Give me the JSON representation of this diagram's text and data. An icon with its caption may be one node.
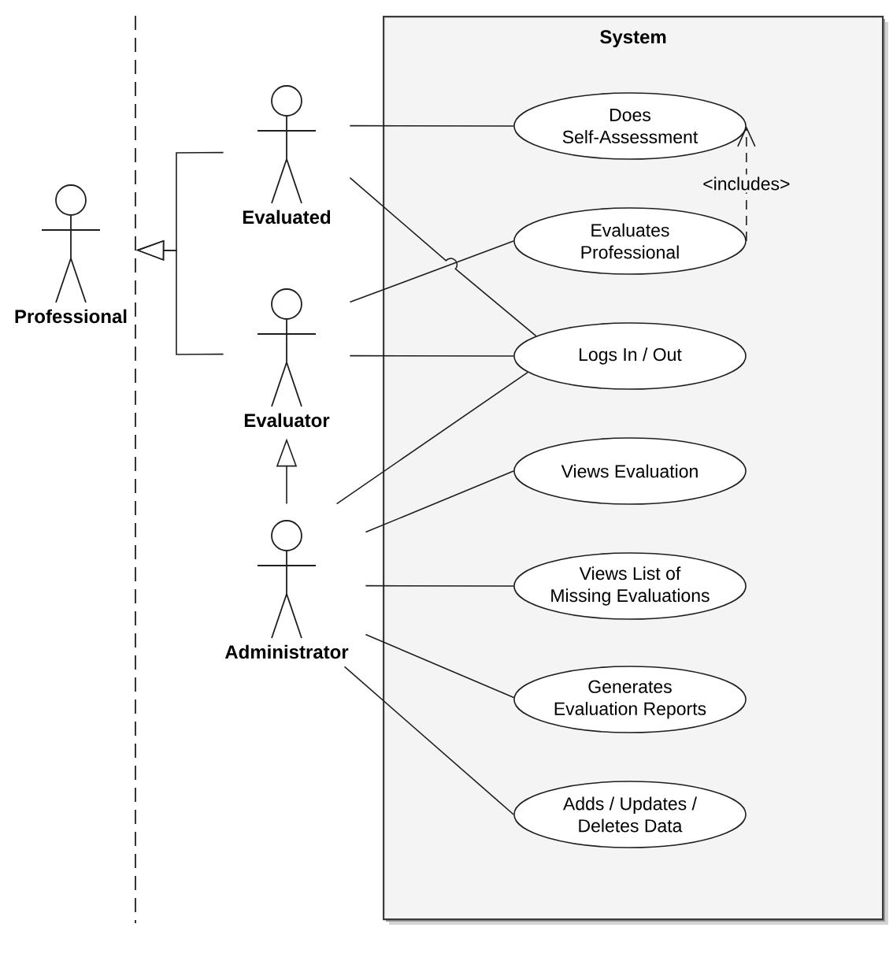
{
  "diagram": {
    "nodes": [
      {
        "text": [
          "Professional"
        ]
      },
      {
        "text": [
          "Evaluated"
        ]
      },
      {
        "text": [
          "Evaluator"
        ]
      },
      {
        "text": [
          "Administrator"
        ]
      },
      {
        "text": [
          "System"
        ]
      },
      {
        "text": [
          "Does Self-Assessment"
        ],
        "in": 4
      },
      {
        "text": [
          "Evaluates Professional"
        ],
        "in": 4
      },
      {
        "text": [
          "Logs In / Out"
        ],
        "in": 4
      },
      {
        "text": [
          "Views Evaluation"
        ],
        "in": 4
      },
      {
        "text": [
          "Views List of Missing Evaluations"
        ],
        "in": 4
      },
      {
        "text": [
          "Generates Evaluation Reports"
        ],
        "in": 4
      },
      {
        "text": [
          "Adds / Updates / Deletes Data"
        ],
        "in": 4
      }
    ],
    "edges": [
      {
        "from": 1,
        "to": 0,
        "arrow": "to"
      },
      {
        "from": 2,
        "to": 0,
        "arrow": "to"
      },
      {
        "from": 3,
        "to": 2,
        "arrow": "to"
      },
      {
        "from": 1,
        "to": 5,
        "arrow": "none"
      },
      {
        "from": 1,
        "to": 7,
        "arrow": "none"
      },
      {
        "from": 2,
        "to": 6,
        "arrow": "none"
      },
      {
        "from": 2,
        "to": 7,
        "arrow": "none"
      },
      {
        "from": 3,
        "to": 7,
        "arrow": "none"
      },
      {
        "from": 3,
        "to": 8,
        "arrow": "none"
      },
      {
        "from": 3,
        "to": 9,
        "arrow": "none"
      },
      {
        "from": 3,
        "to": 10,
        "arrow": "none"
      },
      {
        "from": 3,
        "to": 11,
        "arrow": "none"
      },
      {
        "from": 6,
        "to": 5,
        "arrow": "to",
        "style": "dashed",
        "label": "<includes>"
      }
    ]
  }
}
